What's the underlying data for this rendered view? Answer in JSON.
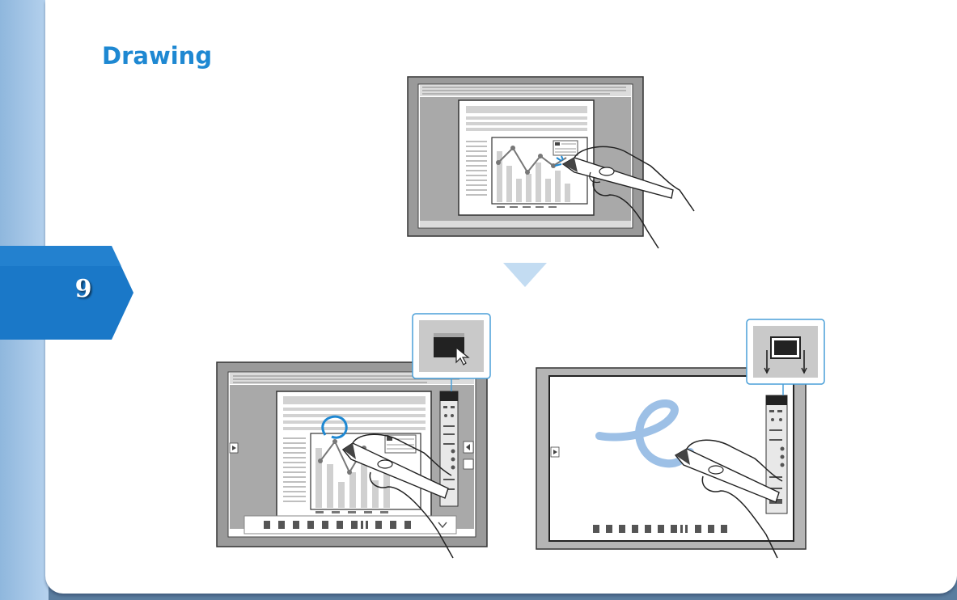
{
  "page": {
    "title": "Drawing",
    "chapter_number": "9"
  },
  "colors": {
    "accent_blue": "#1e88d2",
    "chapter_tab": "#1a78c8",
    "callout_border": "#4a9fd8",
    "ink_stroke": "#9dc0e6",
    "sidebar": "#a5c6e8"
  },
  "illustrations": {
    "top": "projected-document-with-interactive-pen",
    "bottom_left": "pen-toolbar-annotation-mode",
    "bottom_right": "whiteboard-mode-drawing",
    "callout_left_icon": "annotation-mode-icon",
    "callout_right_icon": "whiteboard-mode-icon"
  }
}
